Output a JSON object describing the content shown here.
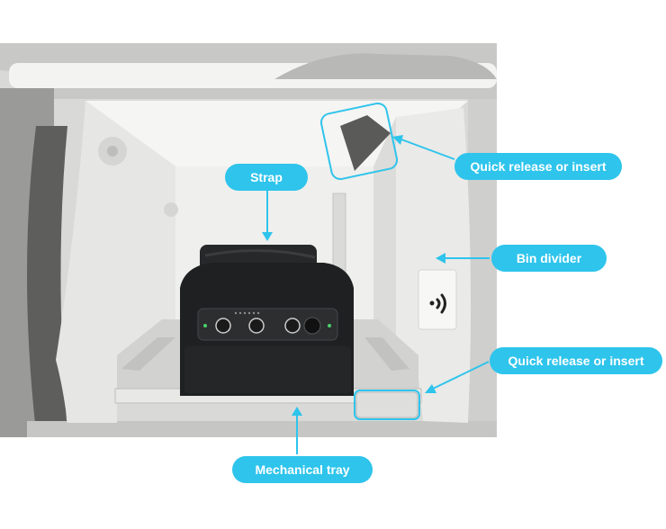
{
  "labels": {
    "strap": "Strap",
    "quick_release_top": "Quick release or insert",
    "bin_divider": "Bin divider",
    "quick_release_bottom": "Quick release or insert",
    "mechanical_tray": "Mechanical tray"
  },
  "colors": {
    "accent": "#2ec4ec",
    "cabinet": "#e4e4e2",
    "interior_wall": "#eeeeec",
    "device": "#202224",
    "background": "#ffffff"
  },
  "icons": [
    "wireless-charging-icon"
  ]
}
